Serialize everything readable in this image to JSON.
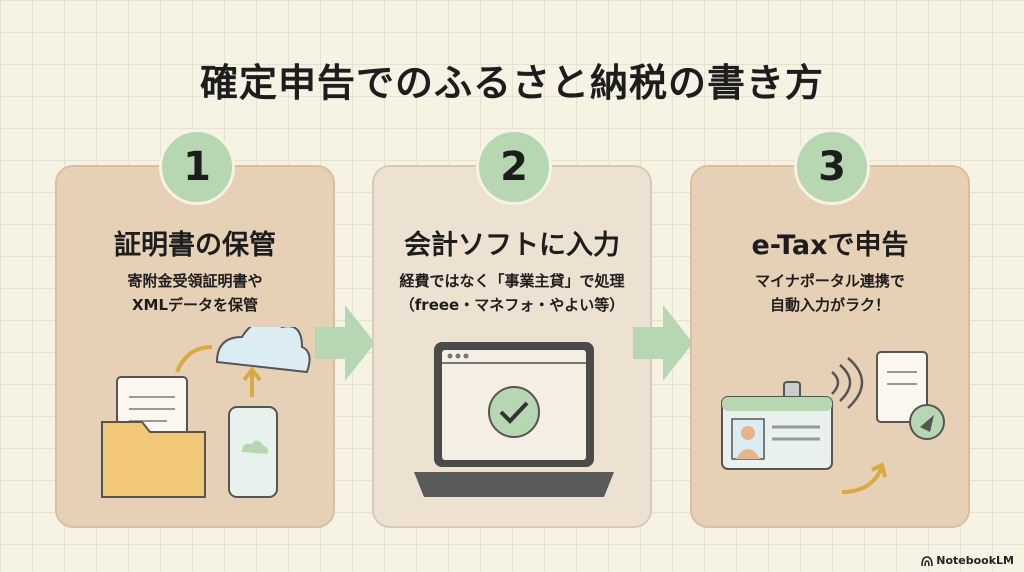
{
  "title": "確定申告でのふるさと納税の書き方",
  "steps": [
    {
      "number": "1",
      "title": "証明書の保管",
      "desc": [
        "寄附金受領証明書や",
        "XMLデータを保管"
      ]
    },
    {
      "number": "2",
      "title": "会計ソフトに入力",
      "desc": [
        "経費ではなく「事業主貸」で処理",
        "（freee・マネフォ・やよい等）"
      ]
    },
    {
      "number": "3",
      "title": "e-Taxで申告",
      "desc": [
        "マイナポータル連携で",
        "自動入力がラク！"
      ]
    }
  ],
  "brand": "NotebookLM",
  "colors": {
    "card": "#e7d1b6",
    "card_mid": "#ede2d1",
    "accent_green": "#b6d7b1",
    "background": "#f6f2e4"
  }
}
